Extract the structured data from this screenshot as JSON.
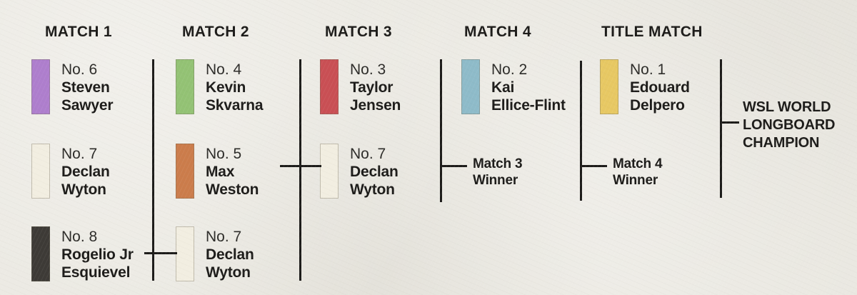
{
  "page": {
    "background_color": "#eae8e1",
    "line_color": "#1c1b19"
  },
  "champion": {
    "lines": [
      "WSL WORLD",
      "LONGBOARD",
      "CHAMPION"
    ]
  },
  "columns": [
    {
      "header": "MATCH 1",
      "slots": [
        {
          "seed": "No. 6",
          "name_lines": [
            "Steven",
            "Sawyer"
          ],
          "swatch_color": "#ae7ecd"
        },
        {
          "seed": "No. 7",
          "name_lines": [
            "Declan",
            "Wyton"
          ],
          "swatch_color": "#f2eee1"
        },
        {
          "seed": "No. 8",
          "name_lines": [
            "Rogelio Jr",
            "Esquievel"
          ],
          "swatch_color": "#3d3a36"
        }
      ]
    },
    {
      "header": "MATCH 2",
      "slots": [
        {
          "seed": "No. 4",
          "name_lines": [
            "Kevin",
            "Skvarna"
          ],
          "swatch_color": "#93c274"
        },
        {
          "seed": "No. 5",
          "name_lines": [
            "Max",
            "Weston"
          ],
          "swatch_color": "#cb7c4b"
        },
        {
          "seed": "No. 7",
          "name_lines": [
            "Declan",
            "Wyton"
          ],
          "swatch_color": "#f2eee1"
        }
      ]
    },
    {
      "header": "MATCH 3",
      "slots": [
        {
          "seed": "No. 3",
          "name_lines": [
            "Taylor",
            "Jensen"
          ],
          "swatch_color": "#c94f54"
        },
        {
          "seed": "No. 7",
          "name_lines": [
            "Declan",
            "Wyton"
          ],
          "swatch_color": "#f2eee1"
        }
      ]
    },
    {
      "header": "MATCH 4",
      "slots": [
        {
          "seed": "No. 2",
          "name_lines": [
            "Kai",
            "Ellice-Flint"
          ],
          "swatch_color": "#8ebbc9"
        }
      ],
      "advancer_note": [
        "Match 3",
        "Winner"
      ]
    },
    {
      "header": "TITLE MATCH",
      "slots": [
        {
          "seed": "No. 1",
          "name_lines": [
            "Edouard",
            "Delpero"
          ],
          "swatch_color": "#e7c863"
        }
      ],
      "advancer_note": [
        "Match 4",
        "Winner"
      ]
    }
  ]
}
